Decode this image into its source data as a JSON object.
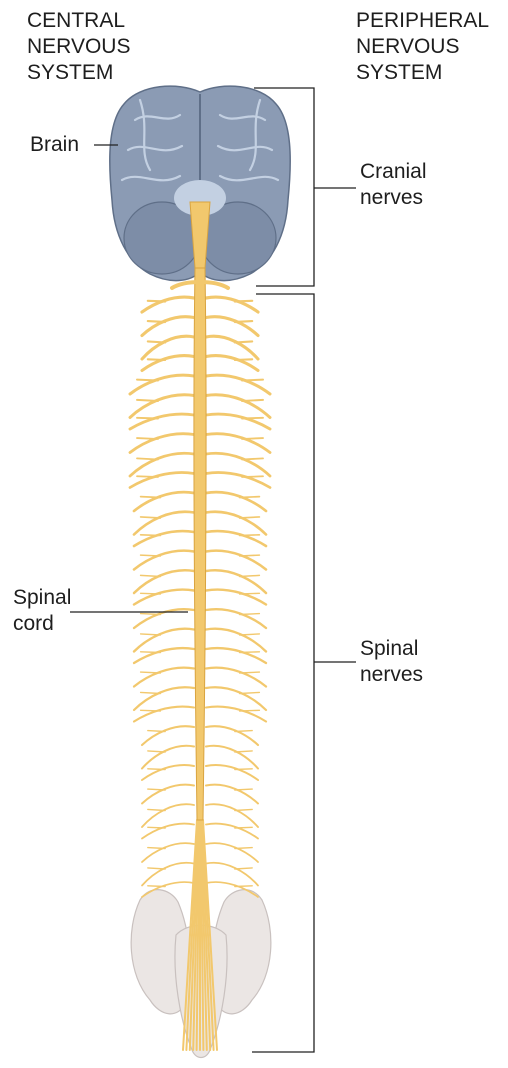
{
  "headings": {
    "central": "CENTRAL\nNERVOUS\nSYSTEM",
    "peripheral": "PERIPHERAL\nNERVOUS\nSYSTEM"
  },
  "labels": {
    "brain": "Brain",
    "spinal_cord": "Spinal\ncord",
    "cranial_nerves": "Cranial\nnerves",
    "spinal_nerves": "Spinal\nnerves"
  },
  "colors": {
    "brain": "#8b9bb4",
    "brain_dark": "#5f6f88",
    "brain_light": "#c3d0e2",
    "nerve": "#f2c86d",
    "nerve_dark": "#d9a440",
    "pelvis": "#ebe6e4",
    "pelvis_edge": "#c9c1bf",
    "line": "#222222"
  }
}
